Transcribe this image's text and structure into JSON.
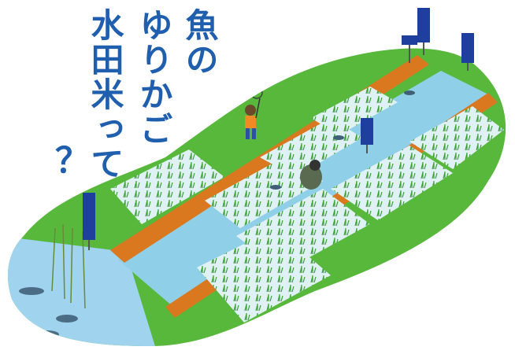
{
  "title": {
    "line1": "魚の",
    "line2": "ゆりかご",
    "line3": "水田米って",
    "question": "？"
  },
  "colors": {
    "title": "#1f5fae",
    "water": "#8fd0e8",
    "paddy_grass": "#4fb33a",
    "levee": "#d9781f",
    "sign": "#1f3f9e"
  }
}
